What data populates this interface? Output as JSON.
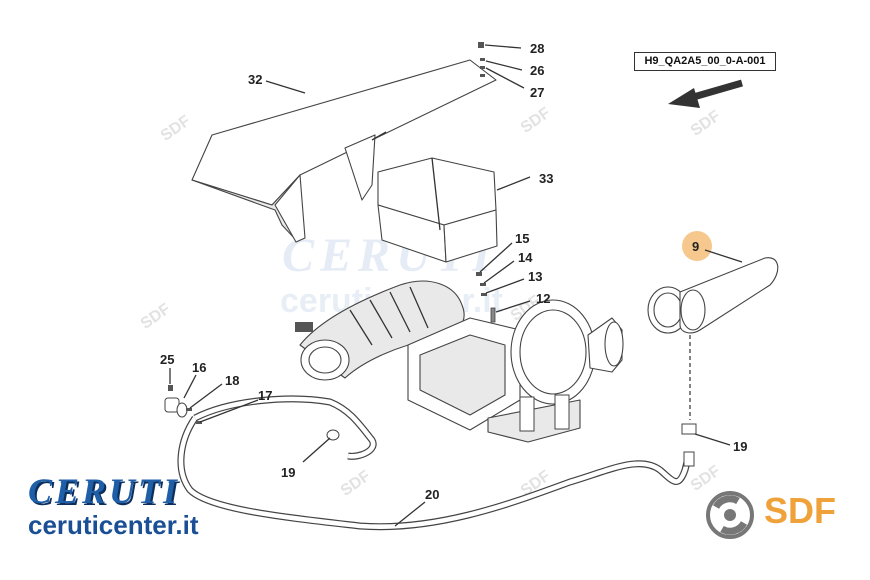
{
  "diagram_ref": "H9_QA2A5_00_0-A-001",
  "brand": {
    "word": "CERUTI",
    "site": "ceruticenter.it"
  },
  "sdf": "SDF",
  "callouts": [
    {
      "id": "c28",
      "label": "28"
    },
    {
      "id": "c26",
      "label": "26"
    },
    {
      "id": "c27",
      "label": "27"
    },
    {
      "id": "c32",
      "label": "32"
    },
    {
      "id": "c33",
      "label": "33"
    },
    {
      "id": "c15",
      "label": "15"
    },
    {
      "id": "c14",
      "label": "14"
    },
    {
      "id": "c13",
      "label": "13"
    },
    {
      "id": "c12",
      "label": "12"
    },
    {
      "id": "c9",
      "label": "9"
    },
    {
      "id": "c25",
      "label": "25"
    },
    {
      "id": "c16",
      "label": "16"
    },
    {
      "id": "c18",
      "label": "18"
    },
    {
      "id": "c17",
      "label": "17"
    },
    {
      "id": "c19a",
      "label": "19"
    },
    {
      "id": "c19b",
      "label": "19"
    },
    {
      "id": "c20",
      "label": "20"
    }
  ],
  "colors": {
    "highlight": "#f6c88e",
    "brand_blue": "#1f5fa8",
    "sdf_orange": "#f0a23a"
  }
}
